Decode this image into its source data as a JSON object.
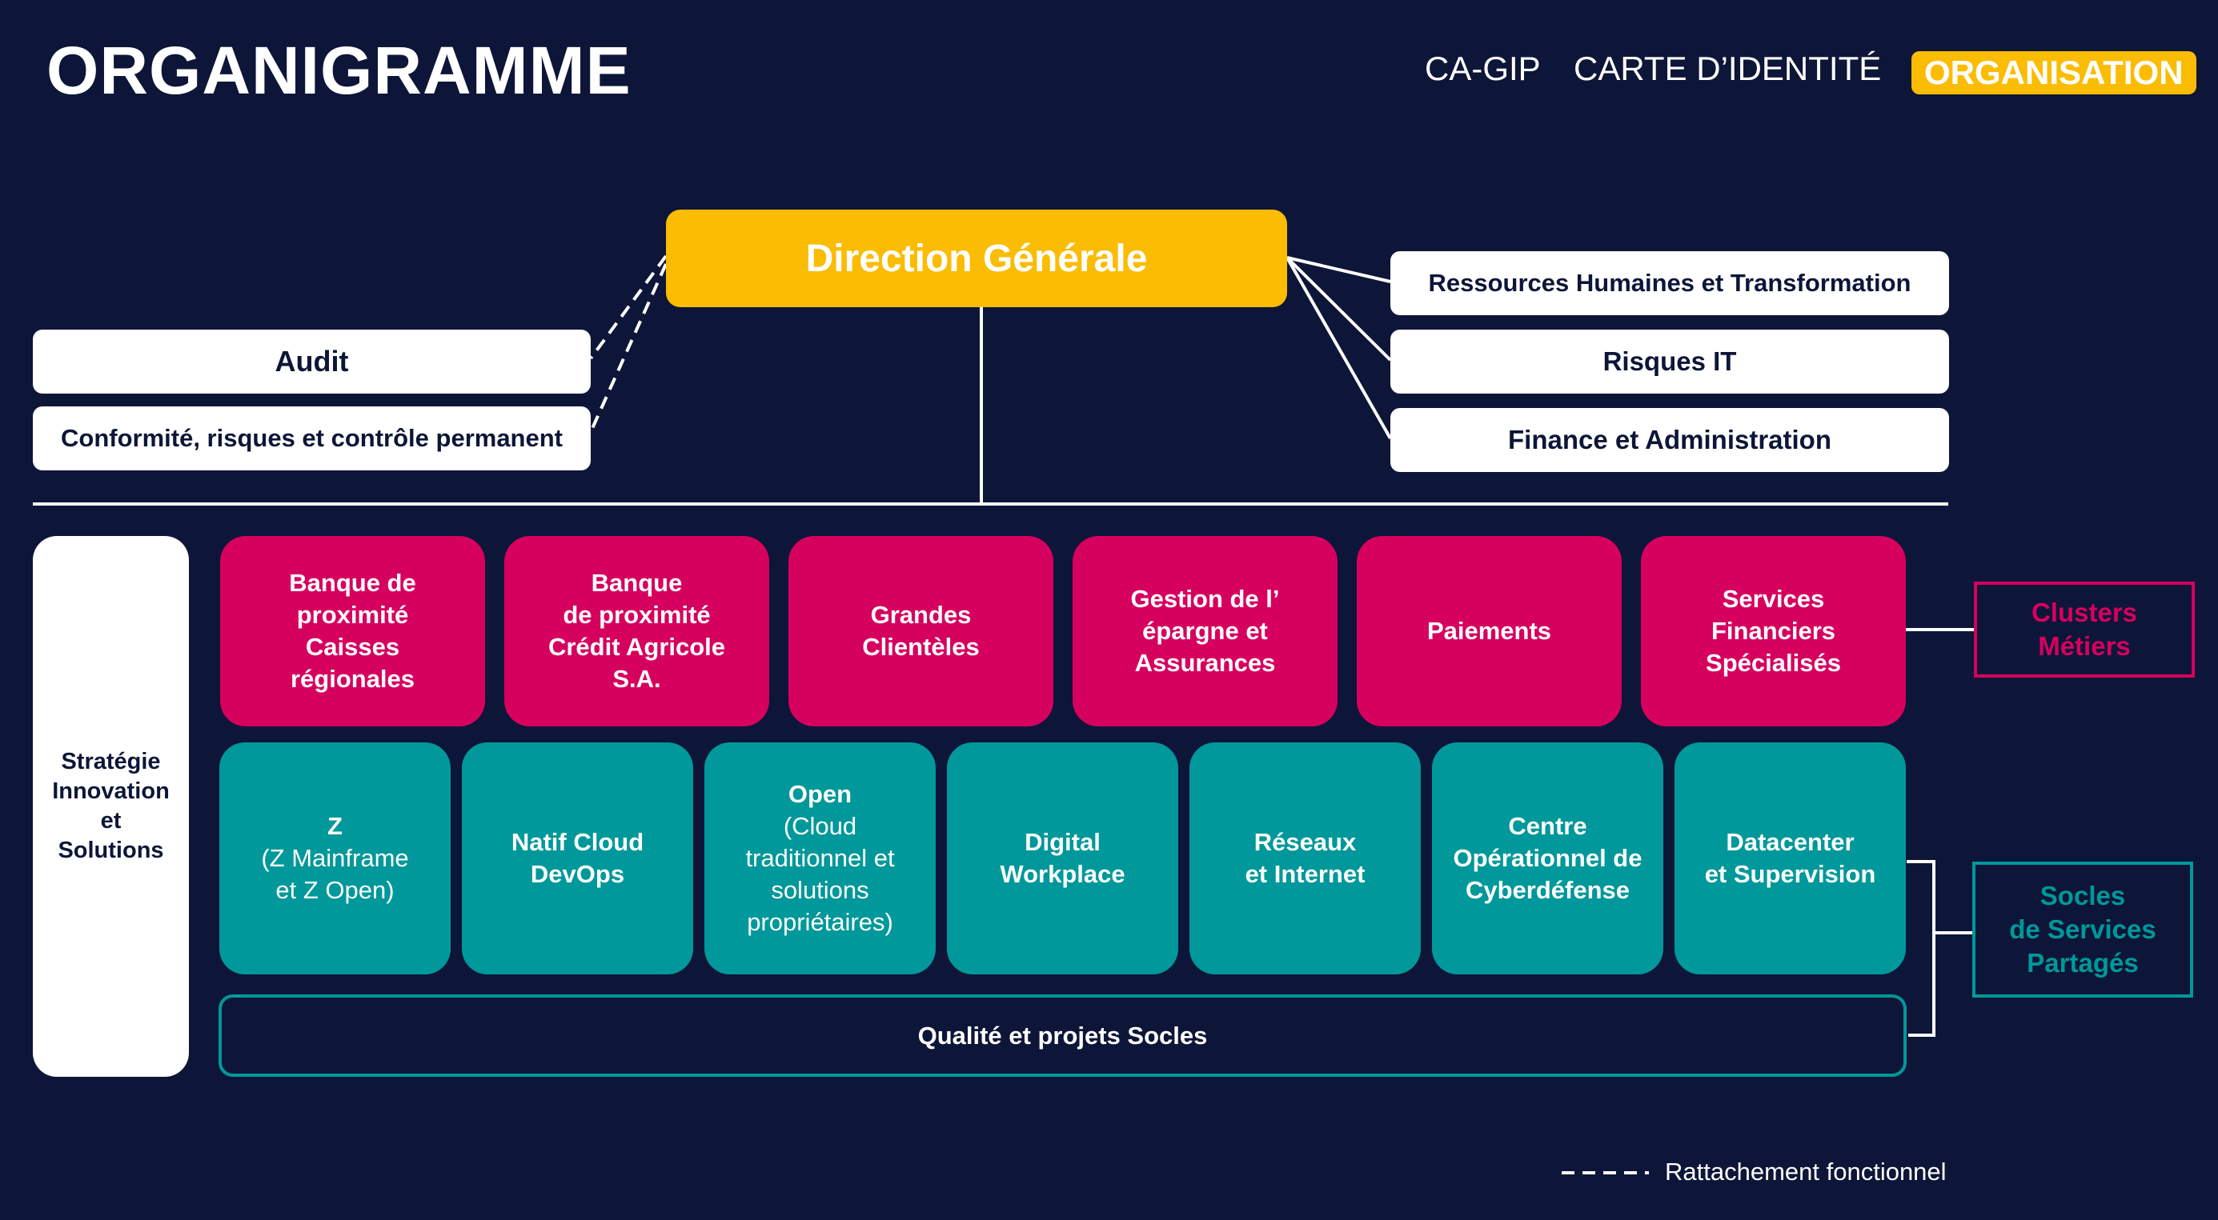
{
  "header": {
    "title": "ORGANIGRAMME",
    "nav": [
      "CA-GIP",
      "CARTE D’IDENTITÉ",
      "ORGANISATION"
    ],
    "active_nav": "ORGANISATION"
  },
  "top": {
    "direction": "Direction Générale",
    "left_boxes": [
      "Audit",
      "Conformité, risques et contrôle permanent"
    ],
    "right_boxes": [
      "Ressources Humaines et Transformation",
      "Risques IT",
      "Finance et Administration"
    ]
  },
  "side": {
    "strategy": "Stratégie\nInnovation\net\nSolutions"
  },
  "clusters": {
    "items": [
      "Banque de\nproximité\nCaisses\nrégionales",
      "Banque\nde proximité\nCrédit Agricole\nS.A.",
      "Grandes\nClientèles",
      "Gestion de l’\népargne et\nAssurances",
      "Paiements",
      "Services\nFinanciers\nSpécialisés"
    ],
    "label": "Clusters\nMétiers"
  },
  "socles": {
    "items": [
      {
        "title": "Z",
        "sub": "(Z Mainframe\net Z Open)"
      },
      {
        "title": "Natif Cloud\nDevOps",
        "sub": ""
      },
      {
        "title": "Open",
        "sub": "(Cloud\ntraditionnel et\nsolutions\npropriétaires)"
      },
      {
        "title": "Digital\nWorkplace",
        "sub": ""
      },
      {
        "title": "Réseaux\net Internet",
        "sub": ""
      },
      {
        "title": "Centre\nOpérationnel de\nCyberdéfense",
        "sub": ""
      },
      {
        "title": "Datacenter\net Supervision",
        "sub": ""
      }
    ],
    "quality": "Qualité et projets Socles",
    "label": "Socles\nde Services\nPartagés"
  },
  "legend": {
    "dashed": "Rattachement fonctionnel"
  },
  "colors": {
    "background": "#0d1638",
    "yellow": "#fbbc04",
    "pink": "#d6005f",
    "teal": "#00989a",
    "white": "#ffffff"
  }
}
